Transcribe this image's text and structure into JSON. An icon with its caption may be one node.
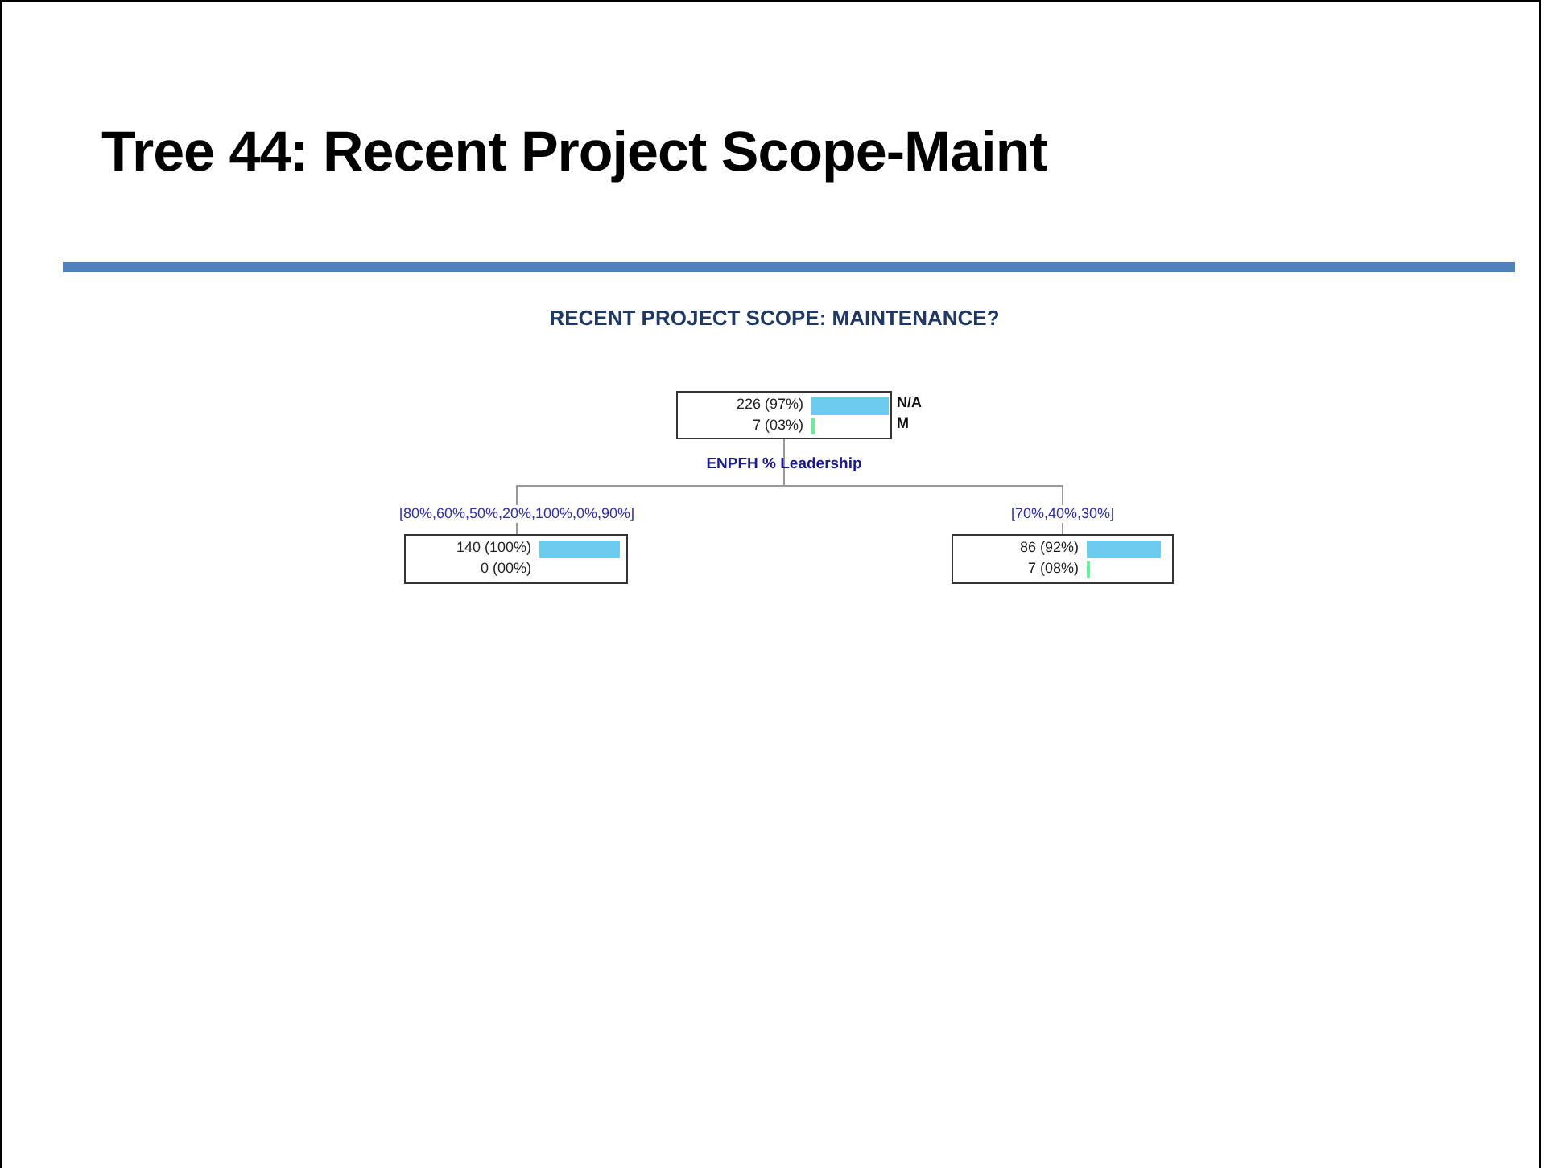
{
  "diagram": {
    "title": "Tree 44: Recent Project Scope-Maint",
    "nodes": [
      {
        "text": [
          "226 (97%)",
          "7 (03%)"
        ],
        "beside": [
          "N/A",
          "M",
          "ENPFH % Leadership"
        ]
      },
      {
        "text": [
          "140 (100%)",
          "0 (00%)"
        ]
      },
      {
        "text": [
          "86 (92%)",
          "7 (08%)"
        ]
      }
    ],
    "edges": [
      {
        "from": 0,
        "to": 1,
        "arrow": "none",
        "label": "[80%,60%,50%,20%,100%,0%,90%]"
      },
      {
        "from": 0,
        "to": 2,
        "arrow": "none",
        "label": "[70%,40%,30%]"
      }
    ],
    "labels": [
      "RECENT PROJECT SCOPE: MAINTENANCE?"
    ]
  }
}
